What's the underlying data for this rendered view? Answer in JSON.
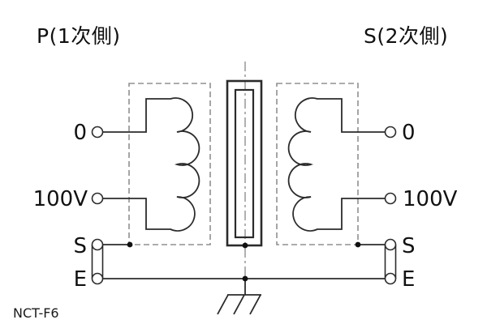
{
  "diagram": {
    "model": "NCT-F6",
    "primary_label": "P(1次側)",
    "secondary_label": "S(2次側)",
    "terminals": {
      "left": {
        "zero": "0",
        "hundred": "100V",
        "shield": "S",
        "earth": "E"
      },
      "right": {
        "zero": "0",
        "hundred": "100V",
        "shield": "S",
        "earth": "E"
      }
    },
    "colors": {
      "line": "#2b2b2b",
      "shield_dash": "#909090",
      "text": "#111111",
      "background": "#ffffff"
    },
    "icons": {
      "ground": "chassis-ground-icon",
      "core": "transformer-core",
      "shield_boxes": "electrostatic-shield-dashed-box",
      "se_link": "shorting-link-bar"
    }
  }
}
